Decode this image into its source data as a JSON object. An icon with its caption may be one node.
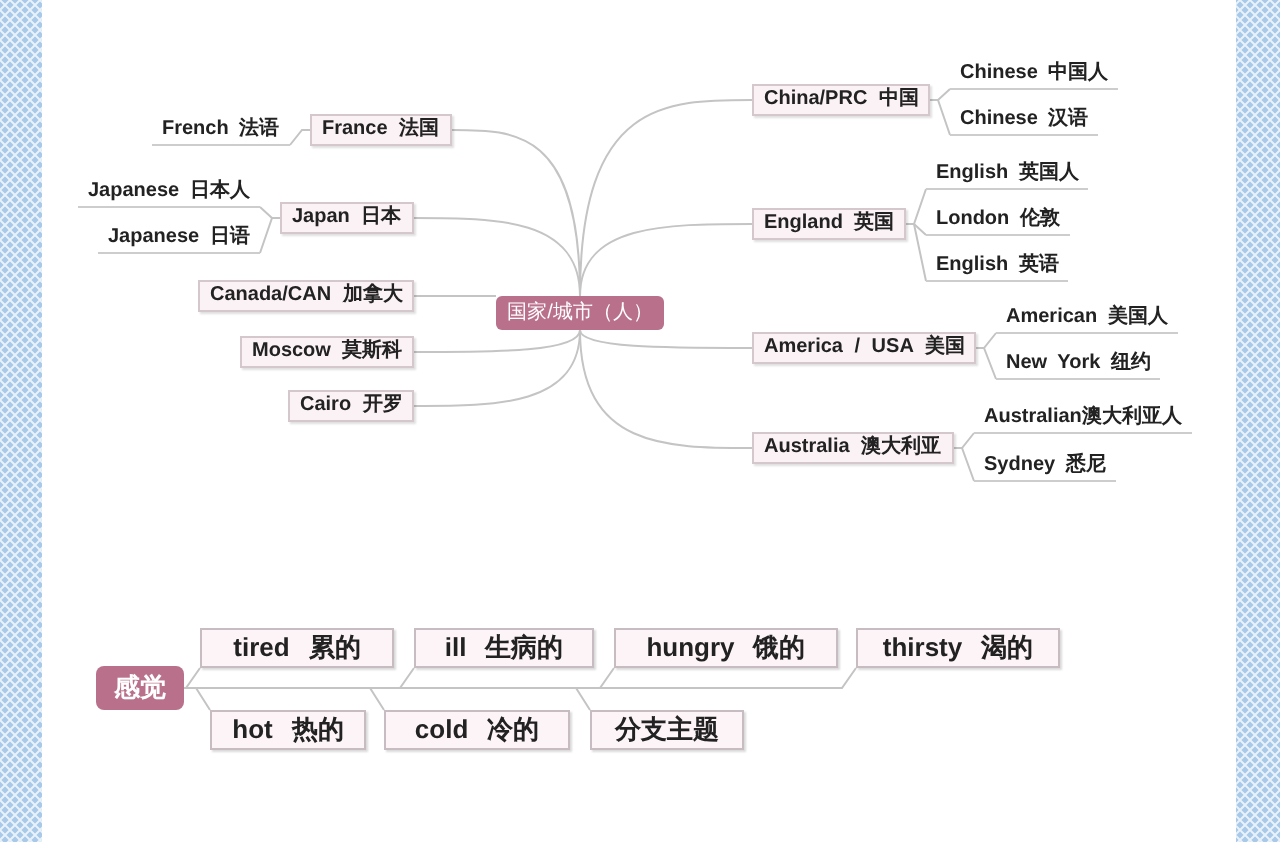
{
  "diagram": {
    "nodes": [
      {
        "text": [
          "国家/城市（人）"
        ]
      },
      {
        "text": [
          "France 法国"
        ]
      },
      {
        "text": [
          "French 法语"
        ]
      },
      {
        "text": [
          "Japan 日本"
        ]
      },
      {
        "text": [
          "Japanese 日本人"
        ]
      },
      {
        "text": [
          "Japanese 日语"
        ]
      },
      {
        "text": [
          "Canada/CAN 加拿大"
        ]
      },
      {
        "text": [
          "Moscow 莫斯科"
        ]
      },
      {
        "text": [
          "Cairo 开罗"
        ]
      },
      {
        "text": [
          "China/PRC 中国"
        ]
      },
      {
        "text": [
          "Chinese 中国人"
        ]
      },
      {
        "text": [
          "Chinese 汉语"
        ]
      },
      {
        "text": [
          "England 英国"
        ]
      },
      {
        "text": [
          "English 英国人"
        ]
      },
      {
        "text": [
          "London 伦敦"
        ]
      },
      {
        "text": [
          "English 英语"
        ]
      },
      {
        "text": [
          "America / USA 美国"
        ]
      },
      {
        "text": [
          "American 美国人"
        ]
      },
      {
        "text": [
          "New York 纽约"
        ]
      },
      {
        "text": [
          "Australia 澳大利亚"
        ]
      },
      {
        "text": [
          "Australian澳大利亚人"
        ]
      },
      {
        "text": [
          "Sydney 悉尼"
        ]
      },
      {
        "text": [
          "感觉"
        ]
      },
      {
        "text": [
          "tired 累的"
        ]
      },
      {
        "text": [
          "ill 生病的"
        ]
      },
      {
        "text": [
          "hungry 饿的"
        ]
      },
      {
        "text": [
          "thirsty 渴的"
        ]
      },
      {
        "text": [
          "hot 热的"
        ]
      },
      {
        "text": [
          "cold 冷的"
        ]
      },
      {
        "text": [
          "分支主题"
        ]
      }
    ],
    "edges": [
      {
        "from": 0,
        "to": 1,
        "arrow": "none"
      },
      {
        "from": 0,
        "to": 3,
        "arrow": "none"
      },
      {
        "from": 0,
        "to": 6,
        "arrow": "none"
      },
      {
        "from": 0,
        "to": 7,
        "arrow": "none"
      },
      {
        "from": 0,
        "to": 8,
        "arrow": "none"
      },
      {
        "from": 0,
        "to": 9,
        "arrow": "none"
      },
      {
        "from": 0,
        "to": 12,
        "arrow": "none"
      },
      {
        "from": 0,
        "to": 16,
        "arrow": "none"
      },
      {
        "from": 0,
        "to": 19,
        "arrow": "none"
      },
      {
        "from": 1,
        "to": 2,
        "arrow": "none"
      },
      {
        "from": 3,
        "to": 4,
        "arrow": "none"
      },
      {
        "from": 3,
        "to": 5,
        "arrow": "none"
      },
      {
        "from": 9,
        "to": 10,
        "arrow": "none"
      },
      {
        "from": 9,
        "to": 11,
        "arrow": "none"
      },
      {
        "from": 12,
        "to": 13,
        "arrow": "none"
      },
      {
        "from": 12,
        "to": 14,
        "arrow": "none"
      },
      {
        "from": 12,
        "to": 15,
        "arrow": "none"
      },
      {
        "from": 16,
        "to": 17,
        "arrow": "none"
      },
      {
        "from": 16,
        "to": 18,
        "arrow": "none"
      },
      {
        "from": 19,
        "to": 20,
        "arrow": "none"
      },
      {
        "from": 19,
        "to": 21,
        "arrow": "none"
      },
      {
        "from": 22,
        "to": 23,
        "arrow": "none"
      },
      {
        "from": 22,
        "to": 24,
        "arrow": "none"
      },
      {
        "from": 22,
        "to": 25,
        "arrow": "none"
      },
      {
        "from": 22,
        "to": 26,
        "arrow": "none"
      },
      {
        "from": 22,
        "to": 27,
        "arrow": "none"
      },
      {
        "from": 22,
        "to": 28,
        "arrow": "none"
      },
      {
        "from": 22,
        "to": 29,
        "arrow": "none"
      }
    ]
  }
}
